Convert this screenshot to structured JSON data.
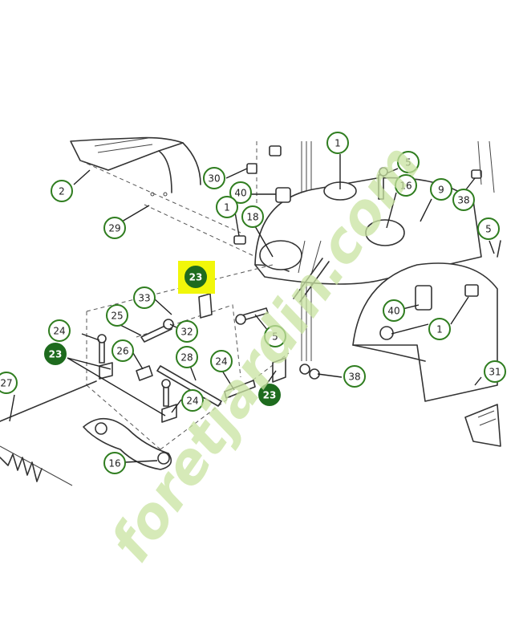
{
  "diagram": {
    "callouts": [
      {
        "id": "c2",
        "label": "2"
      },
      {
        "id": "c29",
        "label": "29"
      },
      {
        "id": "c30",
        "label": "30"
      },
      {
        "id": "c40a",
        "label": "40"
      },
      {
        "id": "c1a",
        "label": "1"
      },
      {
        "id": "c18",
        "label": "18"
      },
      {
        "id": "c1b",
        "label": "1"
      },
      {
        "id": "c5a",
        "label": "5"
      },
      {
        "id": "c16a",
        "label": "16"
      },
      {
        "id": "c9",
        "label": "9"
      },
      {
        "id": "c38a",
        "label": "38"
      },
      {
        "id": "c5b",
        "label": "5"
      },
      {
        "id": "c33",
        "label": "33"
      },
      {
        "id": "c25",
        "label": "25"
      },
      {
        "id": "c32",
        "label": "32"
      },
      {
        "id": "c24a",
        "label": "24"
      },
      {
        "id": "c26",
        "label": "26"
      },
      {
        "id": "c28",
        "label": "28"
      },
      {
        "id": "c5c",
        "label": "5"
      },
      {
        "id": "c40b",
        "label": "40"
      },
      {
        "id": "c1c",
        "label": "1"
      },
      {
        "id": "c24b",
        "label": "24"
      },
      {
        "id": "c38b",
        "label": "38"
      },
      {
        "id": "c27",
        "label": "27"
      },
      {
        "id": "c24c",
        "label": "24"
      },
      {
        "id": "c16b",
        "label": "16"
      },
      {
        "id": "c31",
        "label": "31"
      }
    ],
    "highlighted_callouts": [
      {
        "id": "h23a",
        "label": "23"
      },
      {
        "id": "h23b",
        "label": "23"
      },
      {
        "id": "h23c",
        "label": "23"
      }
    ],
    "highlight_color": "#f1f70a",
    "callout_border_color": "#2f7d1f",
    "callout_fill_dark": "#1e6b1e"
  },
  "watermark": {
    "text": "foretjardin.com",
    "colors": [
      "#c9e3a1",
      "#f6d3a8",
      "#d9d1c4"
    ]
  }
}
